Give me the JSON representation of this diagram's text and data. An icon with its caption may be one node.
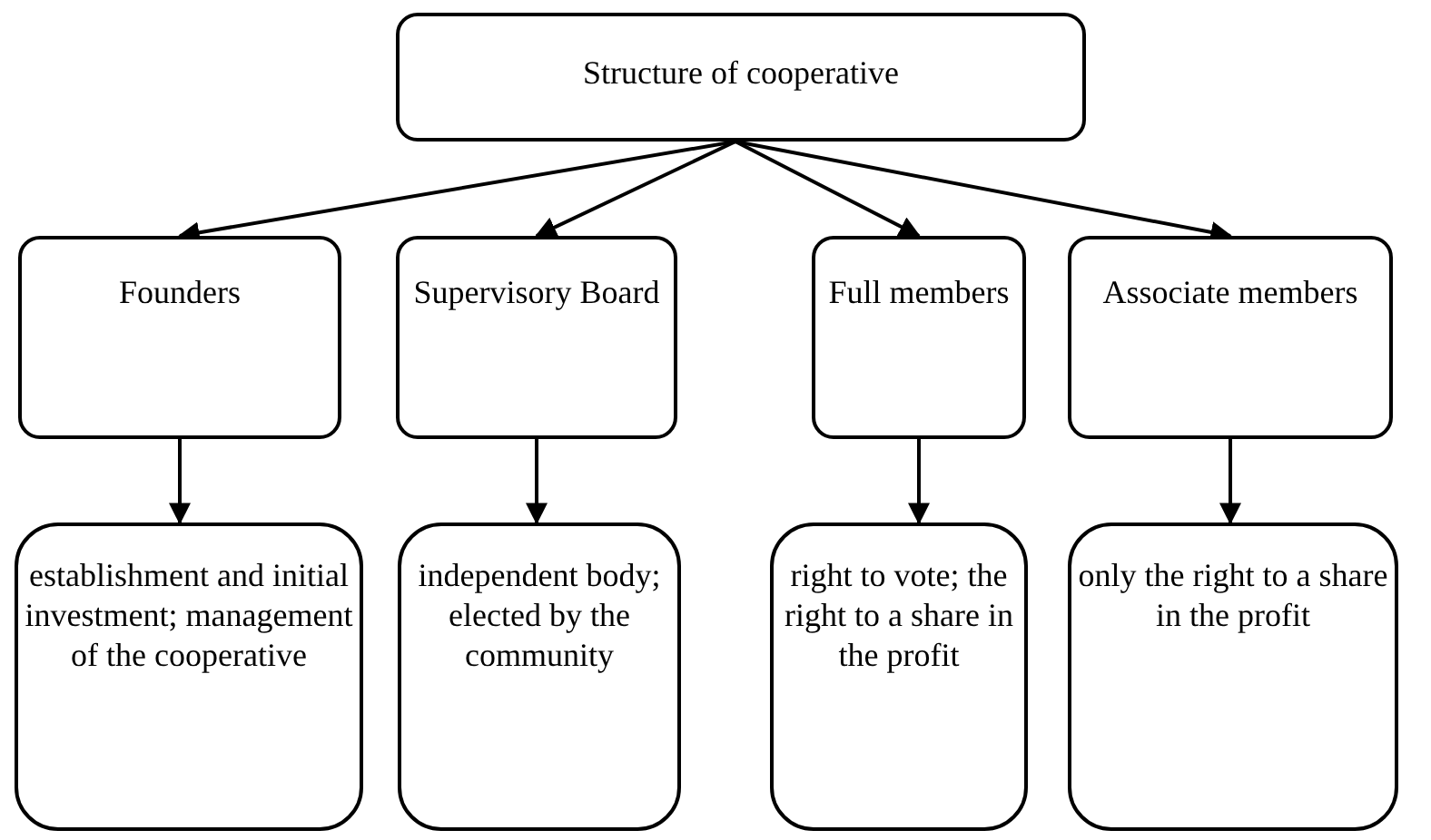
{
  "diagram": {
    "nodes": [
      {
        "text": [
          "Structure of cooperative"
        ]
      },
      {
        "text": [
          "Founders"
        ]
      },
      {
        "text": [
          "Supervisory Board"
        ]
      },
      {
        "text": [
          "Full members"
        ]
      },
      {
        "text": [
          "Associate members"
        ]
      },
      {
        "text": [
          "establishment and initial investment; management of the cooperative"
        ]
      },
      {
        "text": [
          "independent body; elected by the community"
        ]
      },
      {
        "text": [
          "right to vote; the right to a share in the profit"
        ]
      },
      {
        "text": [
          "only the right to a share in the profit"
        ]
      }
    ],
    "edges": [
      {
        "from": 0,
        "to": 1,
        "arrow": "to"
      },
      {
        "from": 0,
        "to": 2,
        "arrow": "to"
      },
      {
        "from": 0,
        "to": 3,
        "arrow": "to"
      },
      {
        "from": 0,
        "to": 4,
        "arrow": "to"
      },
      {
        "from": 1,
        "to": 5,
        "arrow": "to"
      },
      {
        "from": 2,
        "to": 6,
        "arrow": "to"
      },
      {
        "from": 3,
        "to": 7,
        "arrow": "to"
      },
      {
        "from": 4,
        "to": 8,
        "arrow": "to"
      }
    ]
  }
}
